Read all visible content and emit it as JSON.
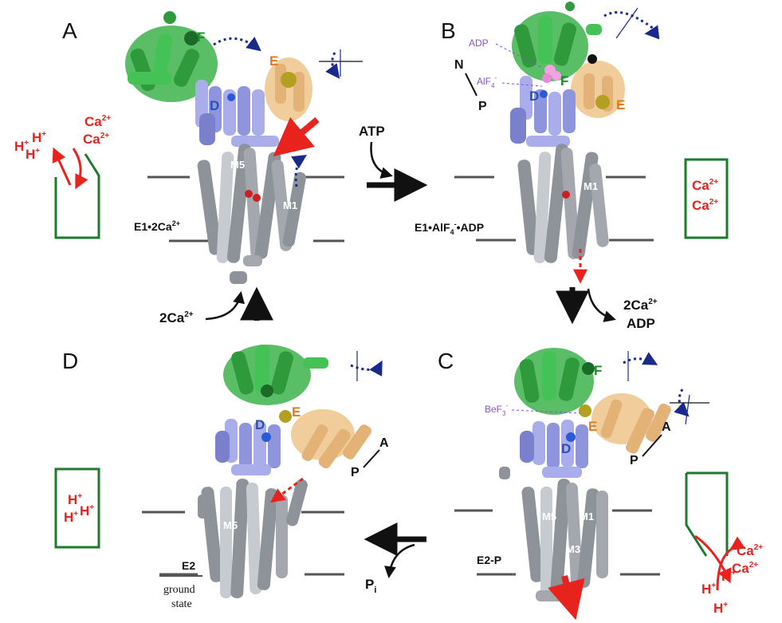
{
  "panels": {
    "A": {
      "letter": "A",
      "state": "E1•2Ca",
      "state_sup": "2+",
      "domain_f": "F",
      "domain_e": "E",
      "domain_d": "D",
      "helix_m5": "M5",
      "helix_m1": "M1"
    },
    "B": {
      "letter": "B",
      "state_a": "E1•AlF",
      "state_sub": "4",
      "state_sup": "-",
      "state_b": "•ADP",
      "domain_f": "F",
      "domain_e": "E",
      "domain_d": "D",
      "helix_m1": "M1",
      "ligand_adp": "ADP",
      "ligand_alf": "AlF",
      "ligand_alf_sub": "4",
      "ligand_alf_sup": "-",
      "n_label": "N",
      "p_label": "P"
    },
    "C": {
      "letter": "C",
      "state": "E2-P",
      "domain_f": "F",
      "domain_e": "E",
      "domain_d": "D",
      "helix_m5": "M5",
      "helix_m1": "M1",
      "helix_m3": "M3",
      "ligand_bef": "BeF",
      "ligand_bef_sub": "3",
      "ligand_bef_sup": "-",
      "p_label": "P",
      "a_label": "A"
    },
    "D": {
      "letter": "D",
      "state": "E2",
      "state_sub1": "ground",
      "state_sub2": "state",
      "domain_e": "E",
      "domain_d": "D",
      "helix_m5": "M5",
      "p_label": "P",
      "a_label": "A"
    }
  },
  "transitions": {
    "atp": "ATP",
    "ca_in": "2Ca",
    "ca_in_sup": "2+",
    "ca_out": "2Ca",
    "ca_out_sup": "2+",
    "adp_out": "ADP",
    "pi": "P",
    "pi_sub": "i"
  },
  "ions": {
    "ca": "Ca",
    "ca_sup": "2+",
    "h": "H",
    "h_sup": "+"
  },
  "colors": {
    "n_domain": "#3cb34a",
    "a_domain": "#f0c890",
    "p_domain": "#a9aeea",
    "tm_helix": "#8e9399",
    "accent_red": "#e8231e",
    "box_green": "#1e7a2e",
    "rotation_arrow": "#1a2a8a"
  }
}
